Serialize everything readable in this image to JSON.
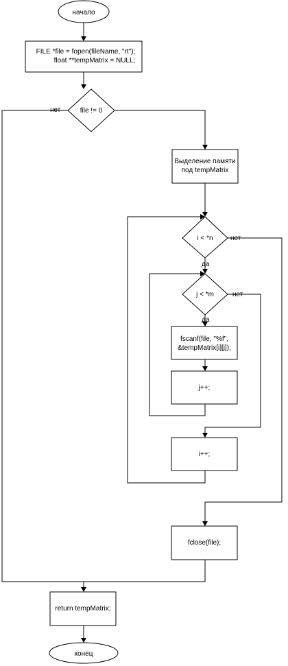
{
  "nodes": {
    "start": "начало",
    "init_line1": "FILE *file = fopen(fileName, \"rt\");",
    "init_line2": "float **tempMatrix = NULL;",
    "cond_file": "file != 0",
    "alloc_line1": "Выделение памяти",
    "alloc_line2": "под tempMatrix",
    "cond_i": "i < *n",
    "cond_j": "j < *m",
    "fscanf_line1": "fscanf(file, \"%f\",",
    "fscanf_line2": "&tempMatrix[i][j]);",
    "inc_j": "j++;",
    "inc_i": "i++;",
    "fclose": "fclose(file);",
    "return": "return tempMatrix;",
    "end": "конец"
  },
  "labels": {
    "no_file": "нет",
    "no_i": "нет",
    "yes_i": "да",
    "no_j": "нет",
    "yes_j": "да"
  }
}
